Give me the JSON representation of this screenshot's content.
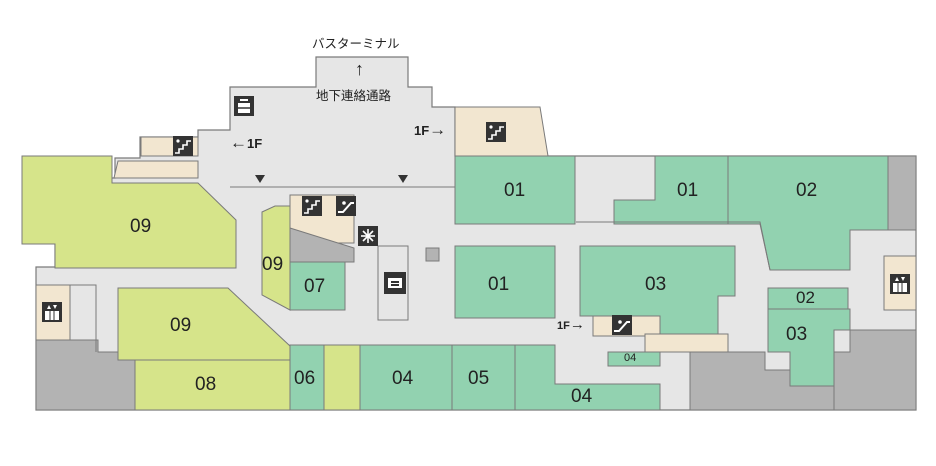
{
  "map": {
    "bus_terminal": "バスターミナル",
    "underground_passage": "地下連絡通路",
    "floor_1f": "1F",
    "arrow_up": "↑",
    "arrow_left": "←",
    "arrow_right": "→",
    "colors": {
      "corridor": "#e6e6e6",
      "wall": "#7a7a7a",
      "shop_green": "#92d2b0",
      "shop_lime": "#d6e48a",
      "service_beige": "#f2e6d0",
      "closed_gray": "#b3b3b3",
      "icon_dark": "#333333"
    },
    "stores": {
      "s09a": "09",
      "s09b": "09",
      "s09c": "09",
      "s08": "08",
      "s07": "07",
      "s06": "06",
      "s04a": "04",
      "s05": "05",
      "s04b": "04",
      "s04c": "04",
      "s01a": "01",
      "s01b": "01",
      "s01c": "01",
      "s02a": "02",
      "s02b": "02",
      "s03a": "03",
      "s03b": "03"
    },
    "icons": [
      "stairs-icon",
      "escalator-icon",
      "elevator-icon",
      "restroom-icon",
      "atm-icon",
      "snowflake-icon"
    ]
  }
}
